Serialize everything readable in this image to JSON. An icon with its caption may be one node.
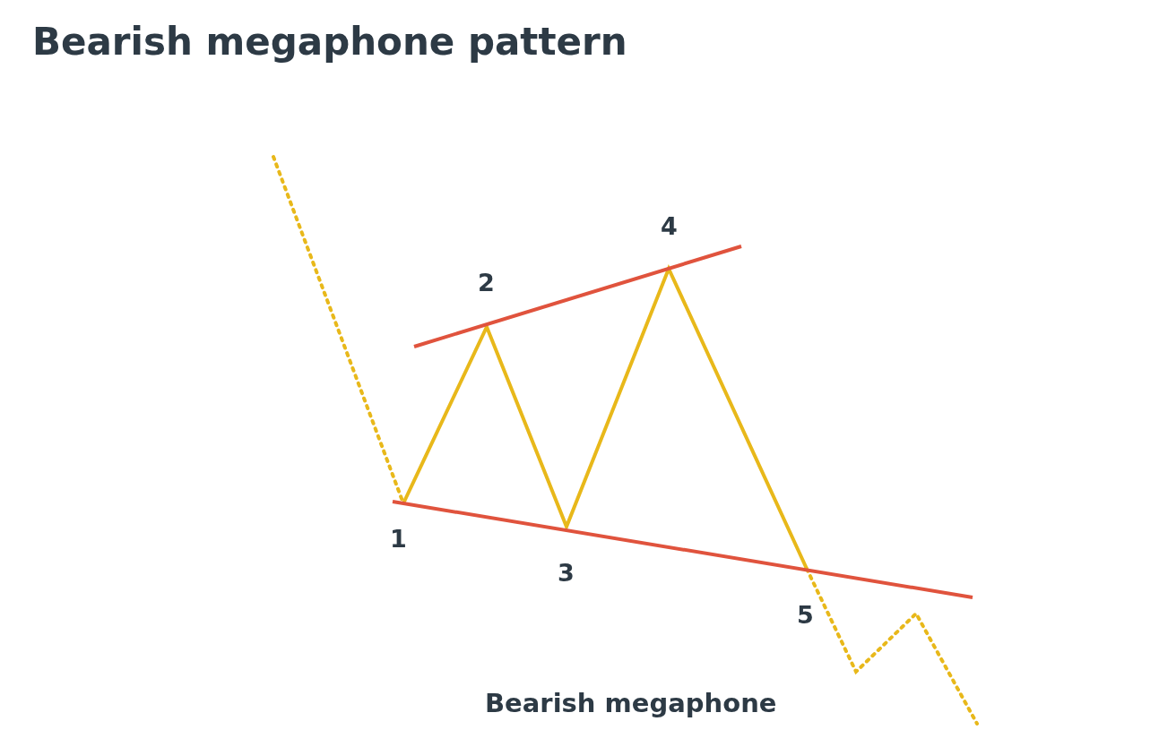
{
  "diagram": {
    "title": "Bearish megaphone pattern",
    "caption": "Bearish megaphone",
    "labels": [
      "4",
      "2",
      "1",
      "3",
      "5"
    ]
  }
}
